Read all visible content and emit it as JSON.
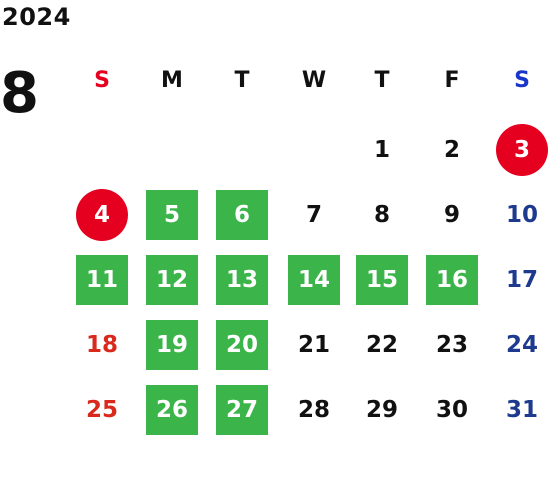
{
  "calendar": {
    "year": "2024",
    "month": "8",
    "weekdays": [
      "S",
      "M",
      "T",
      "W",
      "T",
      "F",
      "S"
    ],
    "colors": {
      "sunday": "#e60020",
      "saturday": "#1d3a8f",
      "text": "#111111",
      "green": "#3bb54a",
      "red_circle": "#e60020",
      "holiday_text": "#d8291c"
    },
    "weeks": [
      [
        {
          "day": "",
          "style": "none"
        },
        {
          "day": "",
          "style": "none"
        },
        {
          "day": "",
          "style": "none"
        },
        {
          "day": "",
          "style": "none"
        },
        {
          "day": "1",
          "style": "plain"
        },
        {
          "day": "2",
          "style": "plain"
        },
        {
          "day": "3",
          "style": "circle"
        }
      ],
      [
        {
          "day": "4",
          "style": "circle"
        },
        {
          "day": "5",
          "style": "green"
        },
        {
          "day": "6",
          "style": "green"
        },
        {
          "day": "7",
          "style": "plain"
        },
        {
          "day": "8",
          "style": "plain"
        },
        {
          "day": "9",
          "style": "plain"
        },
        {
          "day": "10",
          "style": "saturday"
        }
      ],
      [
        {
          "day": "11",
          "style": "green"
        },
        {
          "day": "12",
          "style": "green"
        },
        {
          "day": "13",
          "style": "green"
        },
        {
          "day": "14",
          "style": "green"
        },
        {
          "day": "15",
          "style": "green"
        },
        {
          "day": "16",
          "style": "green"
        },
        {
          "day": "17",
          "style": "saturday"
        }
      ],
      [
        {
          "day": "18",
          "style": "sunday"
        },
        {
          "day": "19",
          "style": "green"
        },
        {
          "day": "20",
          "style": "green"
        },
        {
          "day": "21",
          "style": "plain"
        },
        {
          "day": "22",
          "style": "plain"
        },
        {
          "day": "23",
          "style": "plain"
        },
        {
          "day": "24",
          "style": "saturday"
        }
      ],
      [
        {
          "day": "25",
          "style": "sunday"
        },
        {
          "day": "26",
          "style": "green"
        },
        {
          "day": "27",
          "style": "green"
        },
        {
          "day": "28",
          "style": "plain"
        },
        {
          "day": "29",
          "style": "plain"
        },
        {
          "day": "30",
          "style": "plain"
        },
        {
          "day": "31",
          "style": "saturday"
        }
      ]
    ]
  }
}
